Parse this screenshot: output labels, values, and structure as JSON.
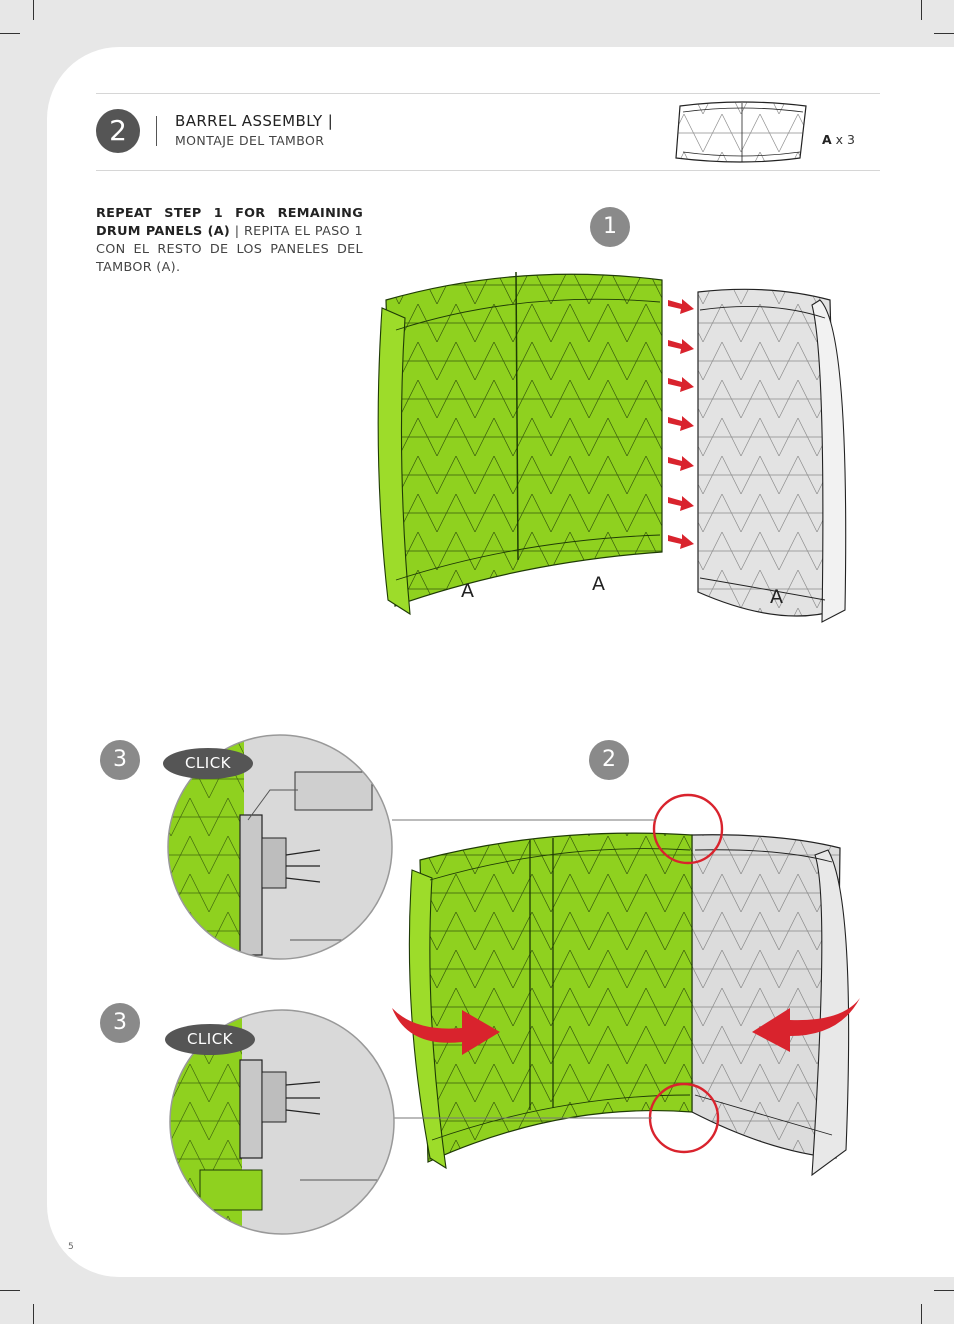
{
  "header": {
    "step_number": "2",
    "title": "BARREL  ASSEMBLY |",
    "subtitle": "MONTAJE DEL TAMBOR",
    "part_letter": "A",
    "part_qty": "x 3"
  },
  "instructions": {
    "bold": "REPEAT STEP 1 FOR REMAINING DRUM PANELS (A)",
    "separator": " | ",
    "normal": "REPITA EL PASO 1 CON EL RESTO DE LOS PANELES DEL TAMBOR (A)."
  },
  "steps": {
    "one": "1",
    "two": "2",
    "three_top": "3",
    "three_bottom": "3"
  },
  "click_labels": {
    "top": "CLICK",
    "bottom": "CLICK"
  },
  "panel_labels": {
    "left": "A",
    "middle": "A",
    "right": "A"
  },
  "page_number": "5",
  "colors": {
    "green_panel": "#8fd11f",
    "grey_panel": "#e3e3e3",
    "arrow_red": "#d9232d",
    "badge_dark": "#555555",
    "badge_light": "#8a8a8a"
  }
}
